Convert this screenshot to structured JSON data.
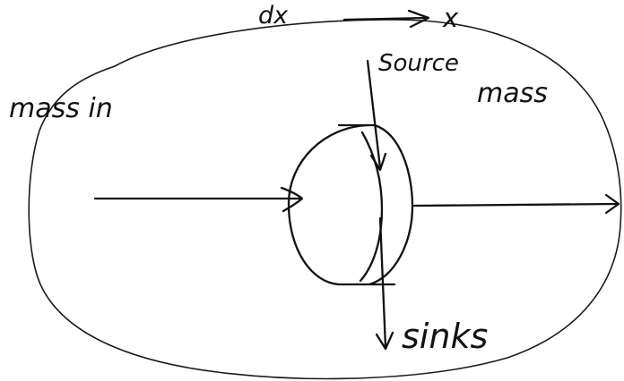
{
  "diagram": {
    "labels": {
      "dx": "dx",
      "x": "x",
      "source": "Source",
      "mass_in": "mass in",
      "mass_out": "mass",
      "sinks": "sinks"
    }
  }
}
